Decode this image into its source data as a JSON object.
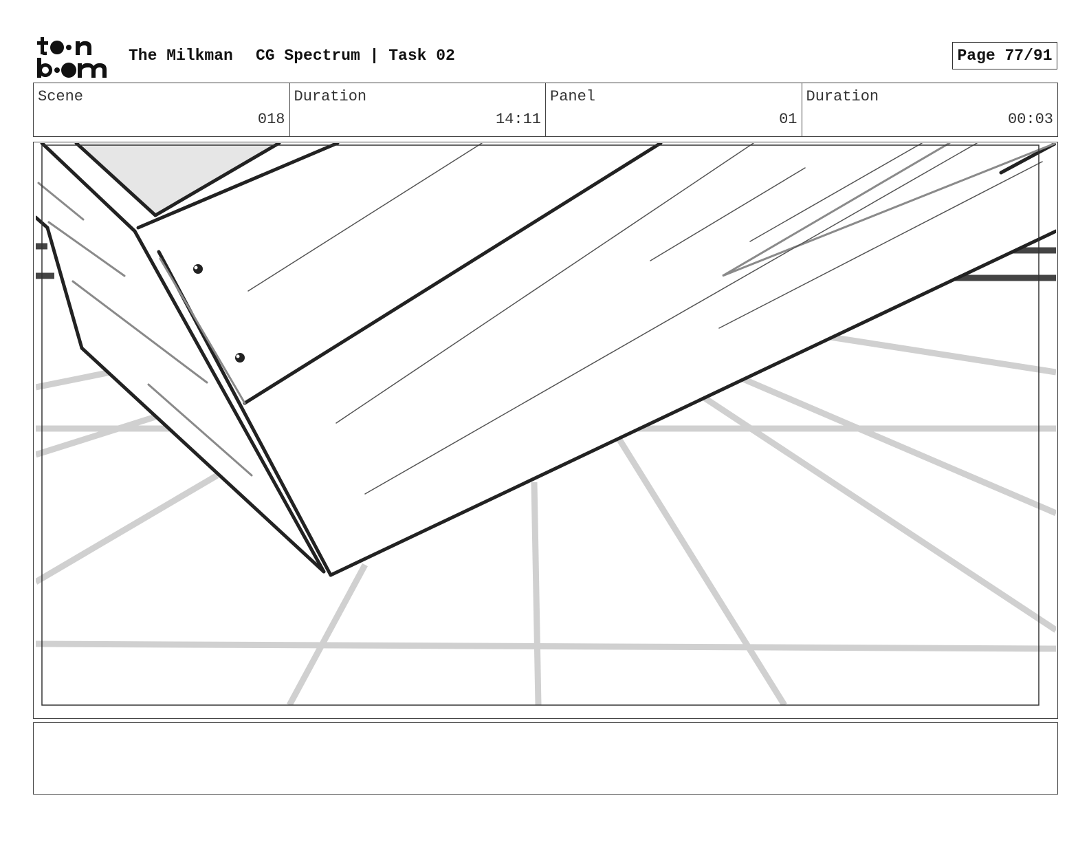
{
  "header": {
    "logo": {
      "top": "toon",
      "bottom": "boom"
    },
    "project": "The Milkman",
    "task": "CG Spectrum | Task 02",
    "page": "Page 77/91"
  },
  "info": [
    {
      "label": "Scene",
      "value": "018"
    },
    {
      "label": "Duration",
      "value": "14:11"
    },
    {
      "label": "Panel",
      "value": "01"
    },
    {
      "label": "Duration",
      "value": "00:03"
    }
  ],
  "notes": {
    "text": ""
  }
}
